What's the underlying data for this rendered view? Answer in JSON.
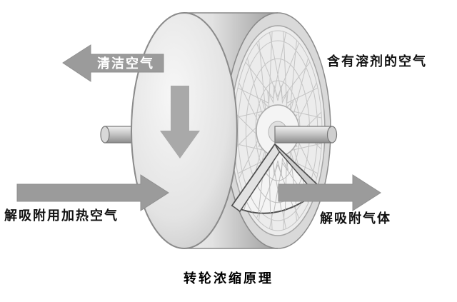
{
  "diagram": {
    "caption": "转轮浓缩原理",
    "labels": {
      "clean_air": "清洁空气",
      "solvent_laden_air": "含有溶剂的空气",
      "desorption_heating_air": "解吸附用加热空气",
      "desorbed_gas": "解吸附气体"
    },
    "colors": {
      "arrow": "#9b9b9b",
      "rotation_arrow": "#a9a9a9",
      "arrow_text": "#ffffff",
      "label_text": "#111111"
    }
  }
}
